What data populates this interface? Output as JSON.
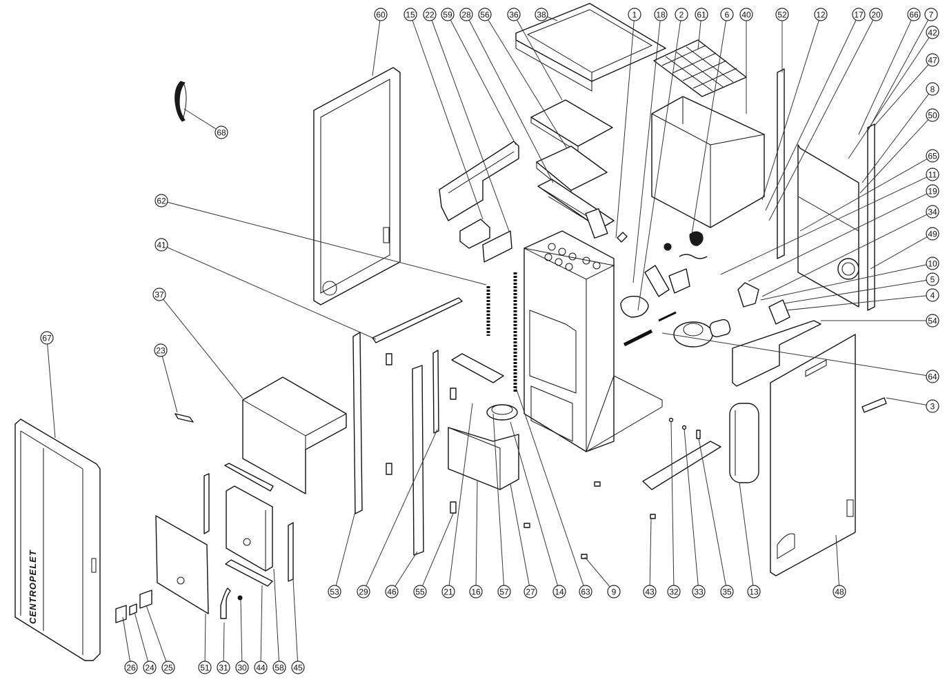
{
  "diagram": {
    "title": "Exploded parts diagram",
    "brand_label": "CENTROPELET",
    "callouts": [
      {
        "id": "60"
      },
      {
        "id": "15"
      },
      {
        "id": "22"
      },
      {
        "id": "59"
      },
      {
        "id": "28"
      },
      {
        "id": "56"
      },
      {
        "id": "36"
      },
      {
        "id": "38"
      },
      {
        "id": "1"
      },
      {
        "id": "18"
      },
      {
        "id": "2"
      },
      {
        "id": "61"
      },
      {
        "id": "6"
      },
      {
        "id": "40"
      },
      {
        "id": "52"
      },
      {
        "id": "12"
      },
      {
        "id": "17"
      },
      {
        "id": "20"
      },
      {
        "id": "66"
      },
      {
        "id": "7"
      },
      {
        "id": "42"
      },
      {
        "id": "47"
      },
      {
        "id": "8"
      },
      {
        "id": "50"
      },
      {
        "id": "65"
      },
      {
        "id": "11"
      },
      {
        "id": "19"
      },
      {
        "id": "34"
      },
      {
        "id": "49"
      },
      {
        "id": "10"
      },
      {
        "id": "5"
      },
      {
        "id": "4"
      },
      {
        "id": "54"
      },
      {
        "id": "64"
      },
      {
        "id": "3"
      },
      {
        "id": "68"
      },
      {
        "id": "62"
      },
      {
        "id": "41"
      },
      {
        "id": "37"
      },
      {
        "id": "23"
      },
      {
        "id": "67"
      },
      {
        "id": "53"
      },
      {
        "id": "29"
      },
      {
        "id": "46"
      },
      {
        "id": "55"
      },
      {
        "id": "21"
      },
      {
        "id": "16"
      },
      {
        "id": "57"
      },
      {
        "id": "27"
      },
      {
        "id": "14"
      },
      {
        "id": "63"
      },
      {
        "id": "9"
      },
      {
        "id": "43"
      },
      {
        "id": "32"
      },
      {
        "id": "33"
      },
      {
        "id": "35"
      },
      {
        "id": "13"
      },
      {
        "id": "48"
      },
      {
        "id": "26"
      },
      {
        "id": "24"
      },
      {
        "id": "25"
      },
      {
        "id": "51"
      },
      {
        "id": "31"
      },
      {
        "id": "30"
      },
      {
        "id": "44"
      },
      {
        "id": "58"
      },
      {
        "id": "45"
      }
    ]
  }
}
